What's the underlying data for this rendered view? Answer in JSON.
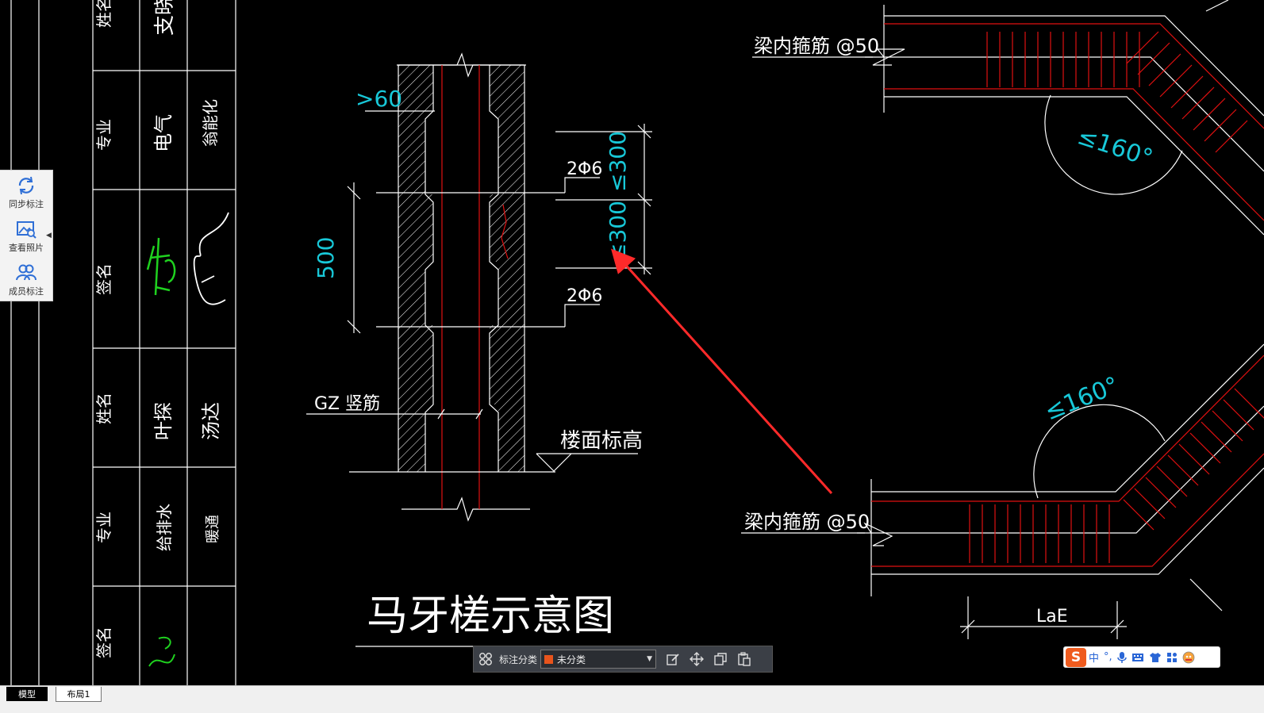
{
  "title_block": {
    "rows": [
      {
        "role": "姓名",
        "name": "支晓"
      },
      {
        "role": "专业",
        "name": "电气",
        "extra": "翁能化"
      },
      {
        "role": "签名"
      },
      {
        "role": "姓名",
        "name": "叶探",
        "extra": "汤达"
      },
      {
        "role": "专业",
        "name": "给排水",
        "extra": "暖通"
      },
      {
        "role": "签名"
      }
    ]
  },
  "drawing": {
    "dim_gt60": ">60",
    "dim_500": "500",
    "rebar_2phi6_a": "2Φ6",
    "rebar_2phi6_b": "2Φ6",
    "dim_le300_a": "≤300",
    "dim_le300_b": "≤300",
    "gz_label": "GZ 竖筋",
    "floor_label": "楼面标高",
    "title": "马牙槎示意图",
    "beam_label_top": "梁内箍筋  @50",
    "beam_label_bottom": "梁内箍筋  @50",
    "angle_top": "≤160°",
    "angle_bottom": "≤160°",
    "lae": "LaE"
  },
  "side_panel": {
    "items": [
      {
        "label": "同步标注",
        "icon": "sync-icon"
      },
      {
        "label": "查看照片",
        "icon": "photo-icon"
      },
      {
        "label": "成员标注",
        "icon": "members-icon"
      }
    ]
  },
  "annotation_toolbar": {
    "label": "标注分类",
    "selected": "未分类",
    "swatch_color": "#e8541c"
  },
  "ime": {
    "logo": "S",
    "mode": "中",
    "punct": "°,"
  },
  "tabs": {
    "model": "模型",
    "layout": "布局1"
  }
}
